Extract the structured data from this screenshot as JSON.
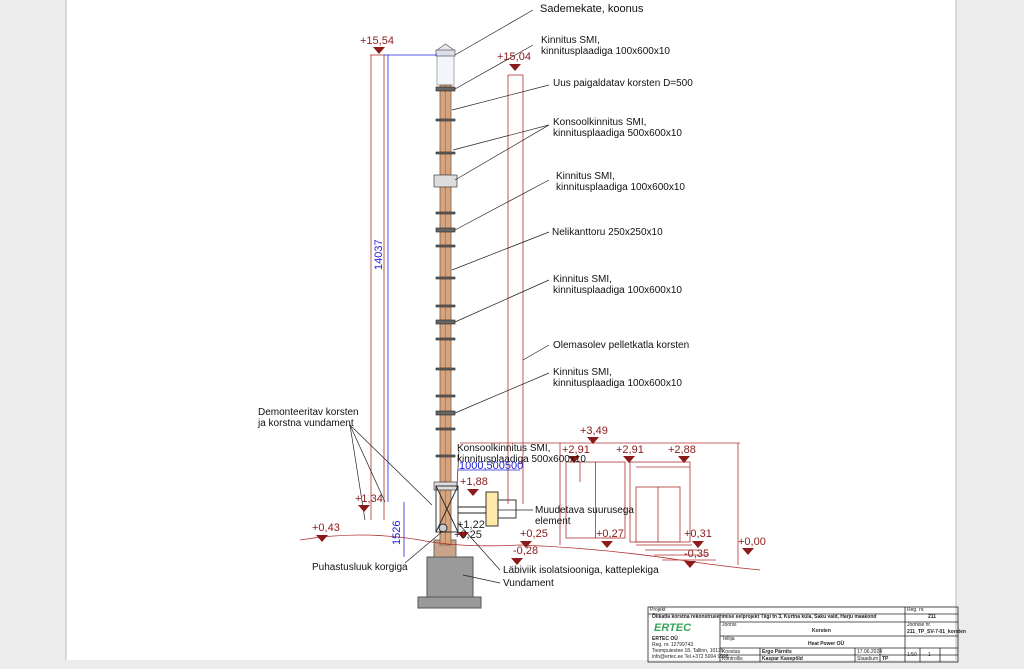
{
  "labels": {
    "sademekate": "Sademekate, koonus",
    "kinnitus1": "Kinnitus SMI,\nkinnitusplaadiga 100x600x10",
    "uus_korsten": "Uus paigaldatav korsten D=500",
    "konsool1": "Konsoolkinnitus SMI,\nkinnitusplaadiga 500x600x10",
    "kinnitus2": "Kinnitus SMI,\nkinnitusplaadiga 100x600x10",
    "nelikanttoru": "Nelikanttoru 250x250x10",
    "kinnitus3": "Kinnitus SMI,\nkinnitusplaadiga 100x600x10",
    "olemasolev": "Olemasolev pelletkatla korsten",
    "kinnitus4": "Kinnitus SMI,\nkinnitusplaadiga 100x600x10",
    "demonteeritav": "Demonteeritav korsten\nja korstna vundament",
    "konsool2": "Konsoolkinnitus SMI,\nkinnitusplaadiga 500x600x10",
    "muudetava": "Muudetava suurusega\nelement",
    "puhastusluuk": "Puhastusluuk korgiga",
    "labiviik": "Läbiviik isolatsiooniga, katteplekiga",
    "vundament": "Vundament"
  },
  "elevations": {
    "e1554": "+15,54",
    "e1504": "+15,04",
    "e349": "+3,49",
    "e291a": "+2,91",
    "e291b": "+2,91",
    "e288": "+2,88",
    "e188": "+1,88",
    "e134": "+1,34",
    "e122": "+1,22",
    "e043": "+0,43",
    "e025a": "+0,25",
    "e025b": "+0,25",
    "e027": "+0,27",
    "e031": "+0,31",
    "e000": "+0,00",
    "m028": "-0,28",
    "m035": "-0,35"
  },
  "dimensions": {
    "height_total": "14037",
    "height_base": "1526",
    "offsets": "1000,500500"
  },
  "title_block": {
    "project_label": "Projekt",
    "project": "Õlikatla korstna rekonstrueerimise eelprojekt Tiigi tn 3, Kurtna küla, Saku vald, Harju maakond",
    "reg_label": "Reg. nr.",
    "reg": "211",
    "logo": "ERTEC",
    "sheet_label": "Joonis",
    "sheet": "Korsten",
    "drawing_no_label": "Joonise nr.",
    "drawing_no": "211_TP_SV-7-01_korsten",
    "client_label": "Tellija",
    "client": "Heat Power OÜ",
    "company": "ERTEC OÜ",
    "company_reg": "Reg. nr. 12799743",
    "company_addr": "Toompuiestee 18, Tallinn, 10135",
    "company_contact": "info@ertec.ee   Tel.+372 5004 9998",
    "role1": "Koostas",
    "person1": "Ergo Pärnits",
    "licence1": "",
    "date": "17.06.2024",
    "role2": "Kontrollis",
    "person2": "Kaspar Kasepõld",
    "stage_label": "Staadium",
    "stage": "TP",
    "scale": "1:50",
    "sheet_no": "1"
  }
}
